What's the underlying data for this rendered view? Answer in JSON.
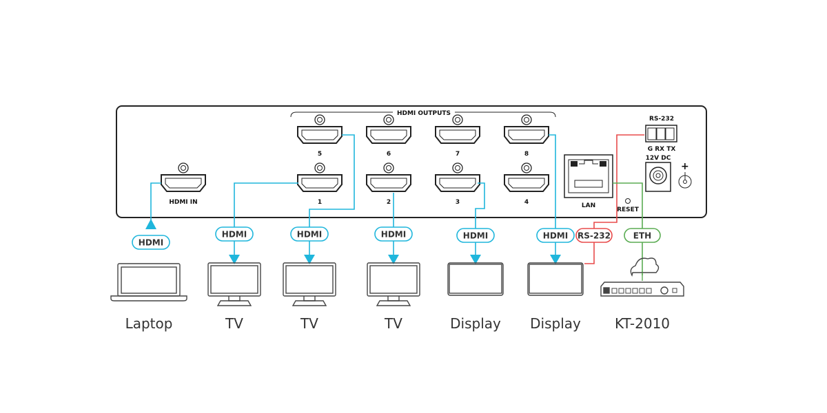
{
  "title": "HDMI matrix switcher rear panel connection diagram",
  "colors": {
    "hdmi": "#1fb6dc",
    "rs232": "#e84a4a",
    "eth": "#5aac52",
    "outline": "#222222"
  },
  "panel": {
    "group_label": "HDMI OUTPUTS",
    "hdmi_in_label": "HDMI IN",
    "outputs": [
      "5",
      "6",
      "7",
      "8",
      "1",
      "2",
      "3",
      "4"
    ],
    "lan_label": "LAN",
    "reset_label": "RESET",
    "rs232_label": "RS-232",
    "rs232_pins": "G  RX TX",
    "power_label": "12V DC",
    "plus": "+"
  },
  "tags": {
    "hdmi": "HDMI",
    "rs232": "RS-232",
    "eth": "ETH"
  },
  "devices": [
    {
      "label": "Laptop",
      "type": "laptop"
    },
    {
      "label": "TV",
      "type": "tv"
    },
    {
      "label": "TV",
      "type": "tv"
    },
    {
      "label": "TV",
      "type": "tv"
    },
    {
      "label": "Display",
      "type": "display"
    },
    {
      "label": "Display",
      "type": "display"
    },
    {
      "label": "KT-2010",
      "type": "controller"
    }
  ]
}
